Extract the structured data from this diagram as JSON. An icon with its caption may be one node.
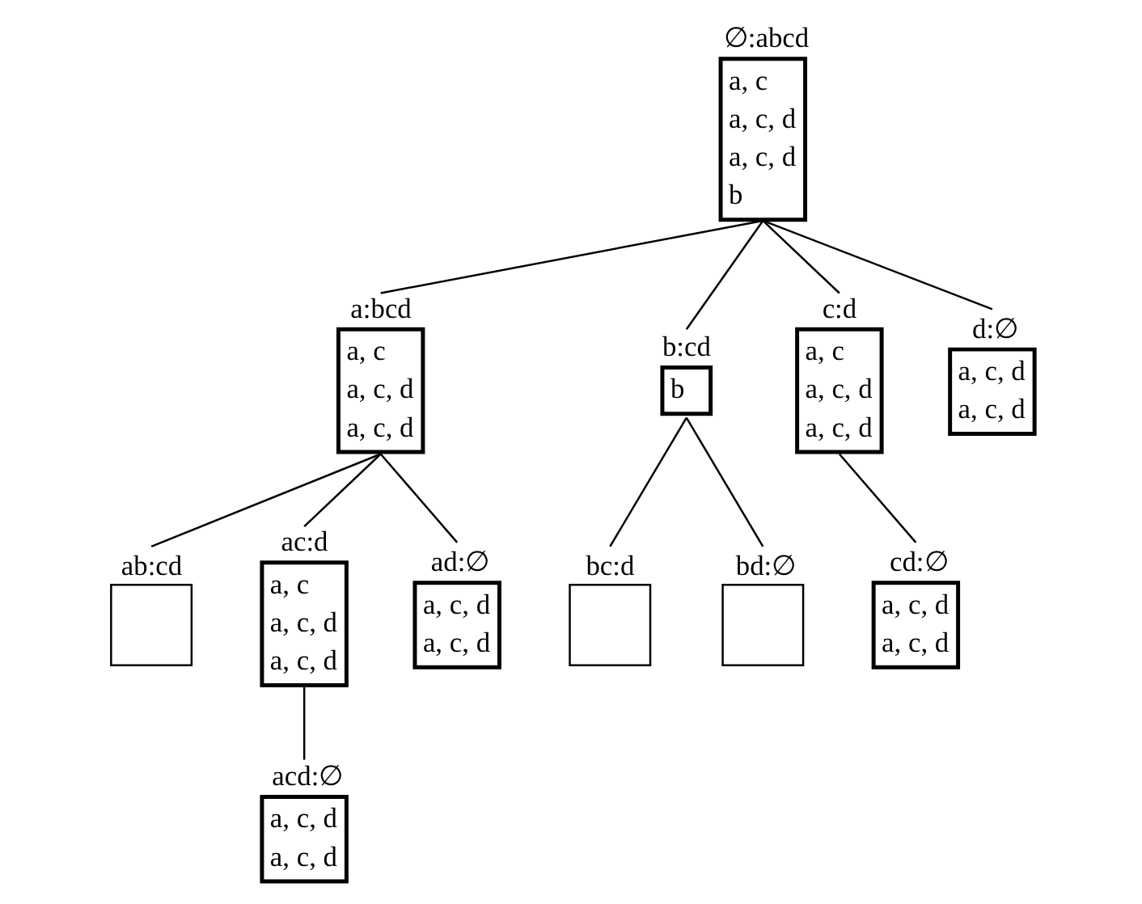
{
  "diagram": {
    "nodes": [
      {
        "text": [
          "∅:abcd",
          "a, c",
          "a, c, d",
          "a, c, d",
          "b"
        ]
      },
      {
        "text": [
          "a:bcd",
          "a, c",
          "a, c, d",
          "a, c, d"
        ]
      },
      {
        "text": [
          "b:cd",
          "b"
        ]
      },
      {
        "text": [
          "c:d",
          "a, c",
          "a, c, d",
          "a, c, d"
        ]
      },
      {
        "text": [
          "d:∅",
          "a, c, d",
          "a, c, d"
        ]
      },
      {
        "text": [
          "ab:cd"
        ]
      },
      {
        "text": [
          "ac:d",
          "a, c",
          "a, c, d",
          "a, c, d"
        ]
      },
      {
        "text": [
          "ad:∅",
          "a, c, d",
          "a, c, d"
        ]
      },
      {
        "text": [
          "bc:d"
        ]
      },
      {
        "text": [
          "bd:∅"
        ]
      },
      {
        "text": [
          "cd:∅",
          "a, c, d",
          "a, c, d"
        ]
      },
      {
        "text": [
          "acd:∅",
          "a, c, d",
          "a, c, d"
        ]
      }
    ],
    "edges": [
      {
        "from": 0,
        "to": 1,
        "arrow": "none"
      },
      {
        "from": 0,
        "to": 2,
        "arrow": "none"
      },
      {
        "from": 0,
        "to": 3,
        "arrow": "none"
      },
      {
        "from": 0,
        "to": 4,
        "arrow": "none"
      },
      {
        "from": 1,
        "to": 5,
        "arrow": "none"
      },
      {
        "from": 1,
        "to": 6,
        "arrow": "none"
      },
      {
        "from": 1,
        "to": 7,
        "arrow": "none"
      },
      {
        "from": 2,
        "to": 8,
        "arrow": "none"
      },
      {
        "from": 2,
        "to": 9,
        "arrow": "none"
      },
      {
        "from": 3,
        "to": 10,
        "arrow": "none"
      },
      {
        "from": 6,
        "to": 11,
        "arrow": "none"
      }
    ]
  }
}
